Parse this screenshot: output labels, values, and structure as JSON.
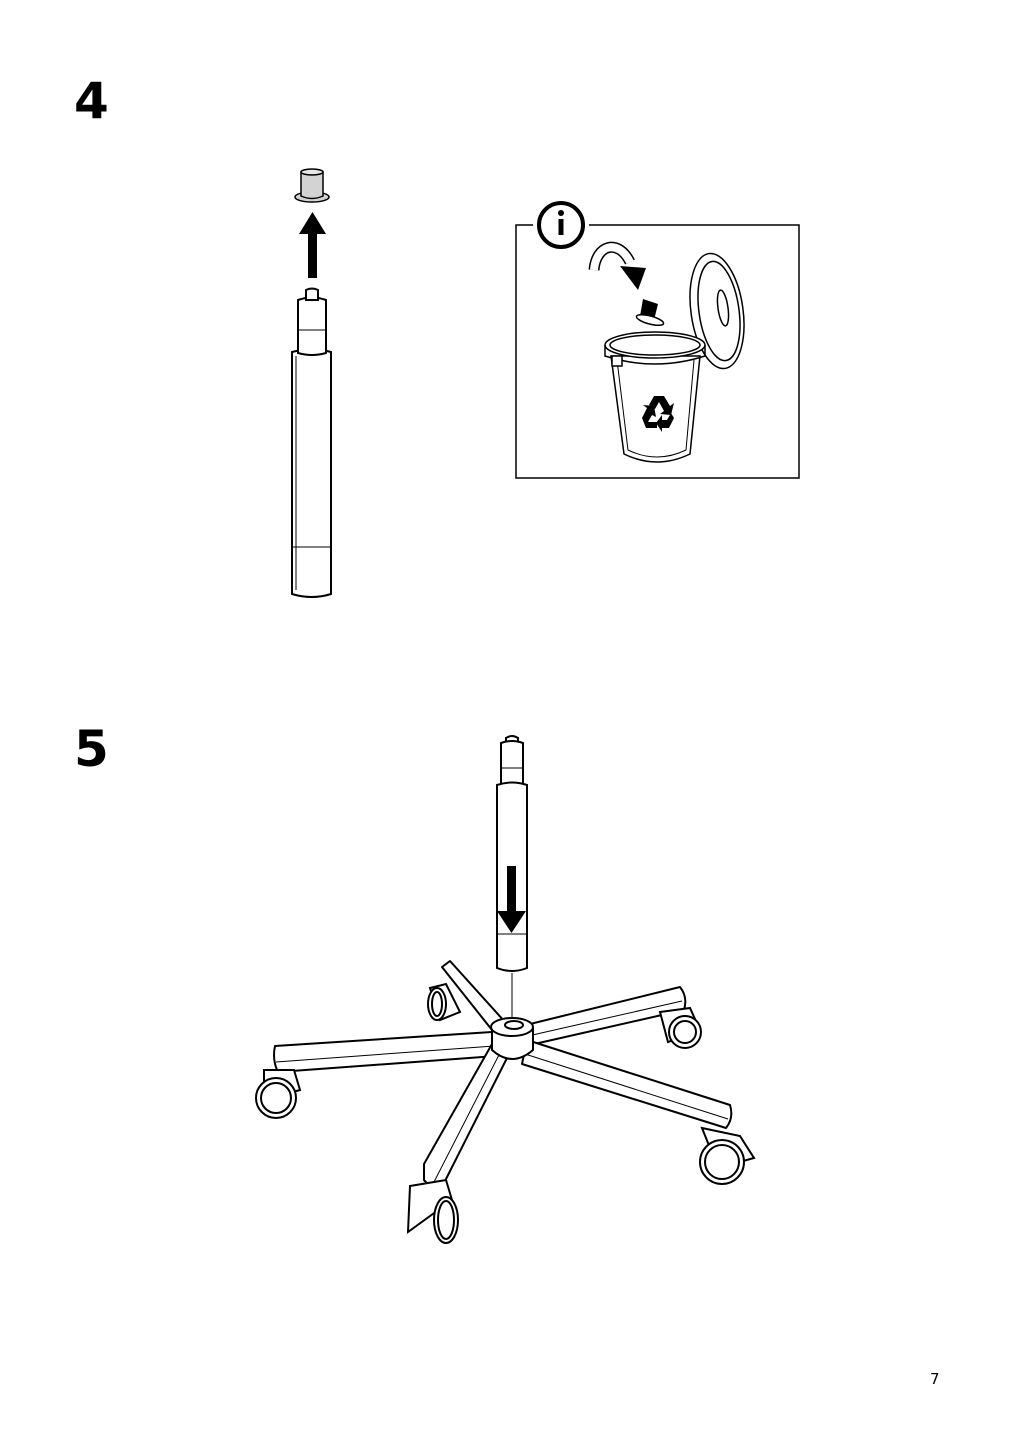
{
  "steps": [
    {
      "number": "4"
    },
    {
      "number": "5"
    }
  ],
  "info_panel": {
    "icon": "info-icon"
  },
  "recycle_icon": "recycle-icon",
  "page_number": "7"
}
